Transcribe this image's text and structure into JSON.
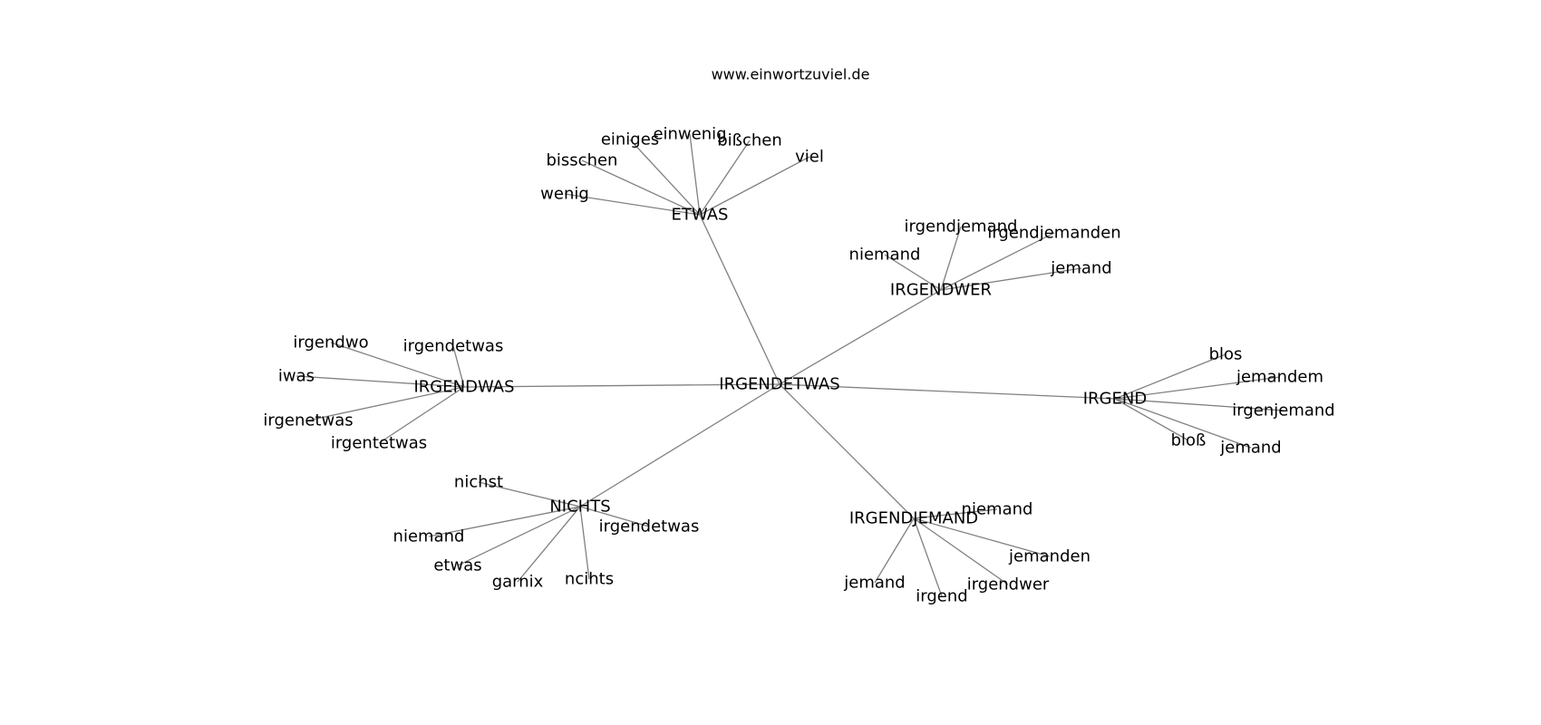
{
  "source": "www.einwortzuviel.de",
  "center": "IRGENDETWAS",
  "groups": [
    {
      "hub": "ETWAS",
      "words": [
        "wenig",
        "bisschen",
        "einiges",
        "einwenig",
        "bißchen",
        "viel"
      ]
    },
    {
      "hub": "IRGENDWER",
      "words": [
        "niemand",
        "irgendjemand",
        "irgendjemanden",
        "jemand"
      ]
    },
    {
      "hub": "IRGENDWAS",
      "words": [
        "irgendwo",
        "irgendetwas",
        "iwas",
        "irgenetwas",
        "irgentetwas"
      ]
    },
    {
      "hub": "IRGEND",
      "words": [
        "blos",
        "jemandem",
        "irgenjemand",
        "bloß",
        "jemand"
      ]
    },
    {
      "hub": "NICHTS",
      "words": [
        "nichst",
        "irgendetwas",
        "niemand",
        "etwas",
        "garnix",
        "ncihts"
      ]
    },
    {
      "hub": "IRGENDJEMAND",
      "words": [
        "niemand",
        "jemanden",
        "irgendwer",
        "irgend",
        "jemand"
      ]
    }
  ]
}
